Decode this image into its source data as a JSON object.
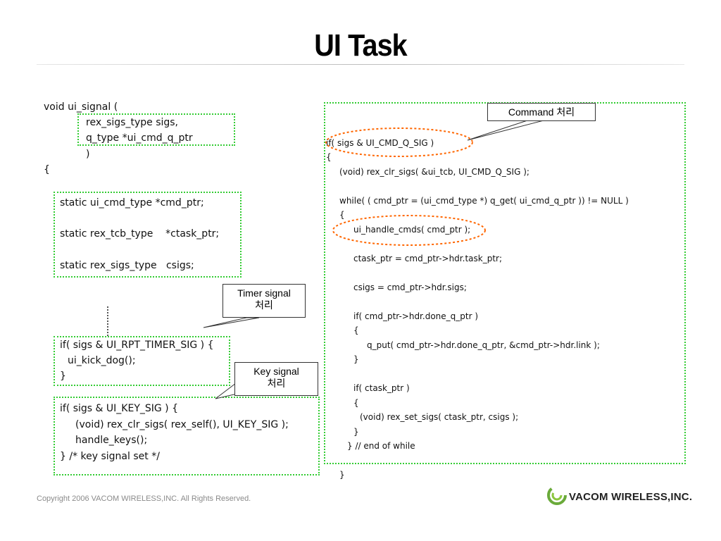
{
  "title": "UI Task",
  "left_code": {
    "signature": [
      "void ui_signal (",
      "rex_sigs_type sigs,",
      "q_type *ui_cmd_q_ptr",
      ")"
    ],
    "open_brace": "{",
    "statics": [
      "static ui_cmd_type *cmd_ptr;",
      "static rex_tcb_type    *ctask_ptr;",
      "static rex_sigs_type   csigs;"
    ],
    "timer_block": [
      "if( sigs & UI_RPT_TIMER_SIG ) {",
      "ui_kick_dog();",
      "}"
    ],
    "key_block": [
      "if( sigs & UI_KEY_SIG ) {",
      "(void) rex_clr_sigs( rex_self(), UI_KEY_SIG );",
      "handle_keys();",
      "} /* key signal set */"
    ]
  },
  "right_code": [
    "if( sigs & UI_CMD_Q_SIG )",
    "{",
    "(void) rex_clr_sigs( &ui_tcb, UI_CMD_Q_SIG );",
    "while( ( cmd_ptr = (ui_cmd_type *) q_get( ui_cmd_q_ptr )) != NULL )",
    "{",
    "ui_handle_cmds( cmd_ptr );",
    "ctask_ptr = cmd_ptr->hdr.task_ptr;",
    "csigs = cmd_ptr->hdr.sigs;",
    "if( cmd_ptr->hdr.done_q_ptr )",
    "{",
    "q_put( cmd_ptr->hdr.done_q_ptr, &cmd_ptr->hdr.link );",
    "}",
    "if( ctask_ptr )",
    "{",
    "(void) rex_set_sigs( ctask_ptr, csigs );",
    "}",
    "} // end of while",
    "}"
  ],
  "callouts": {
    "command": "Command 처리",
    "timer": [
      "Timer signal",
      "처리"
    ],
    "key": [
      "Key signal",
      "처리"
    ]
  },
  "footer": {
    "copyright": "Copyright 2006 VACOM WIRELESS,INC. All Rights Reserved.",
    "company": "VACOM WIRELESS,INC."
  },
  "colors": {
    "dotted_box": "#33cc33",
    "highlight_ellipse": "#ff6600",
    "copyright_text": "#8a8a8a"
  },
  "icons": [
    "vacom-logo-icon"
  ]
}
